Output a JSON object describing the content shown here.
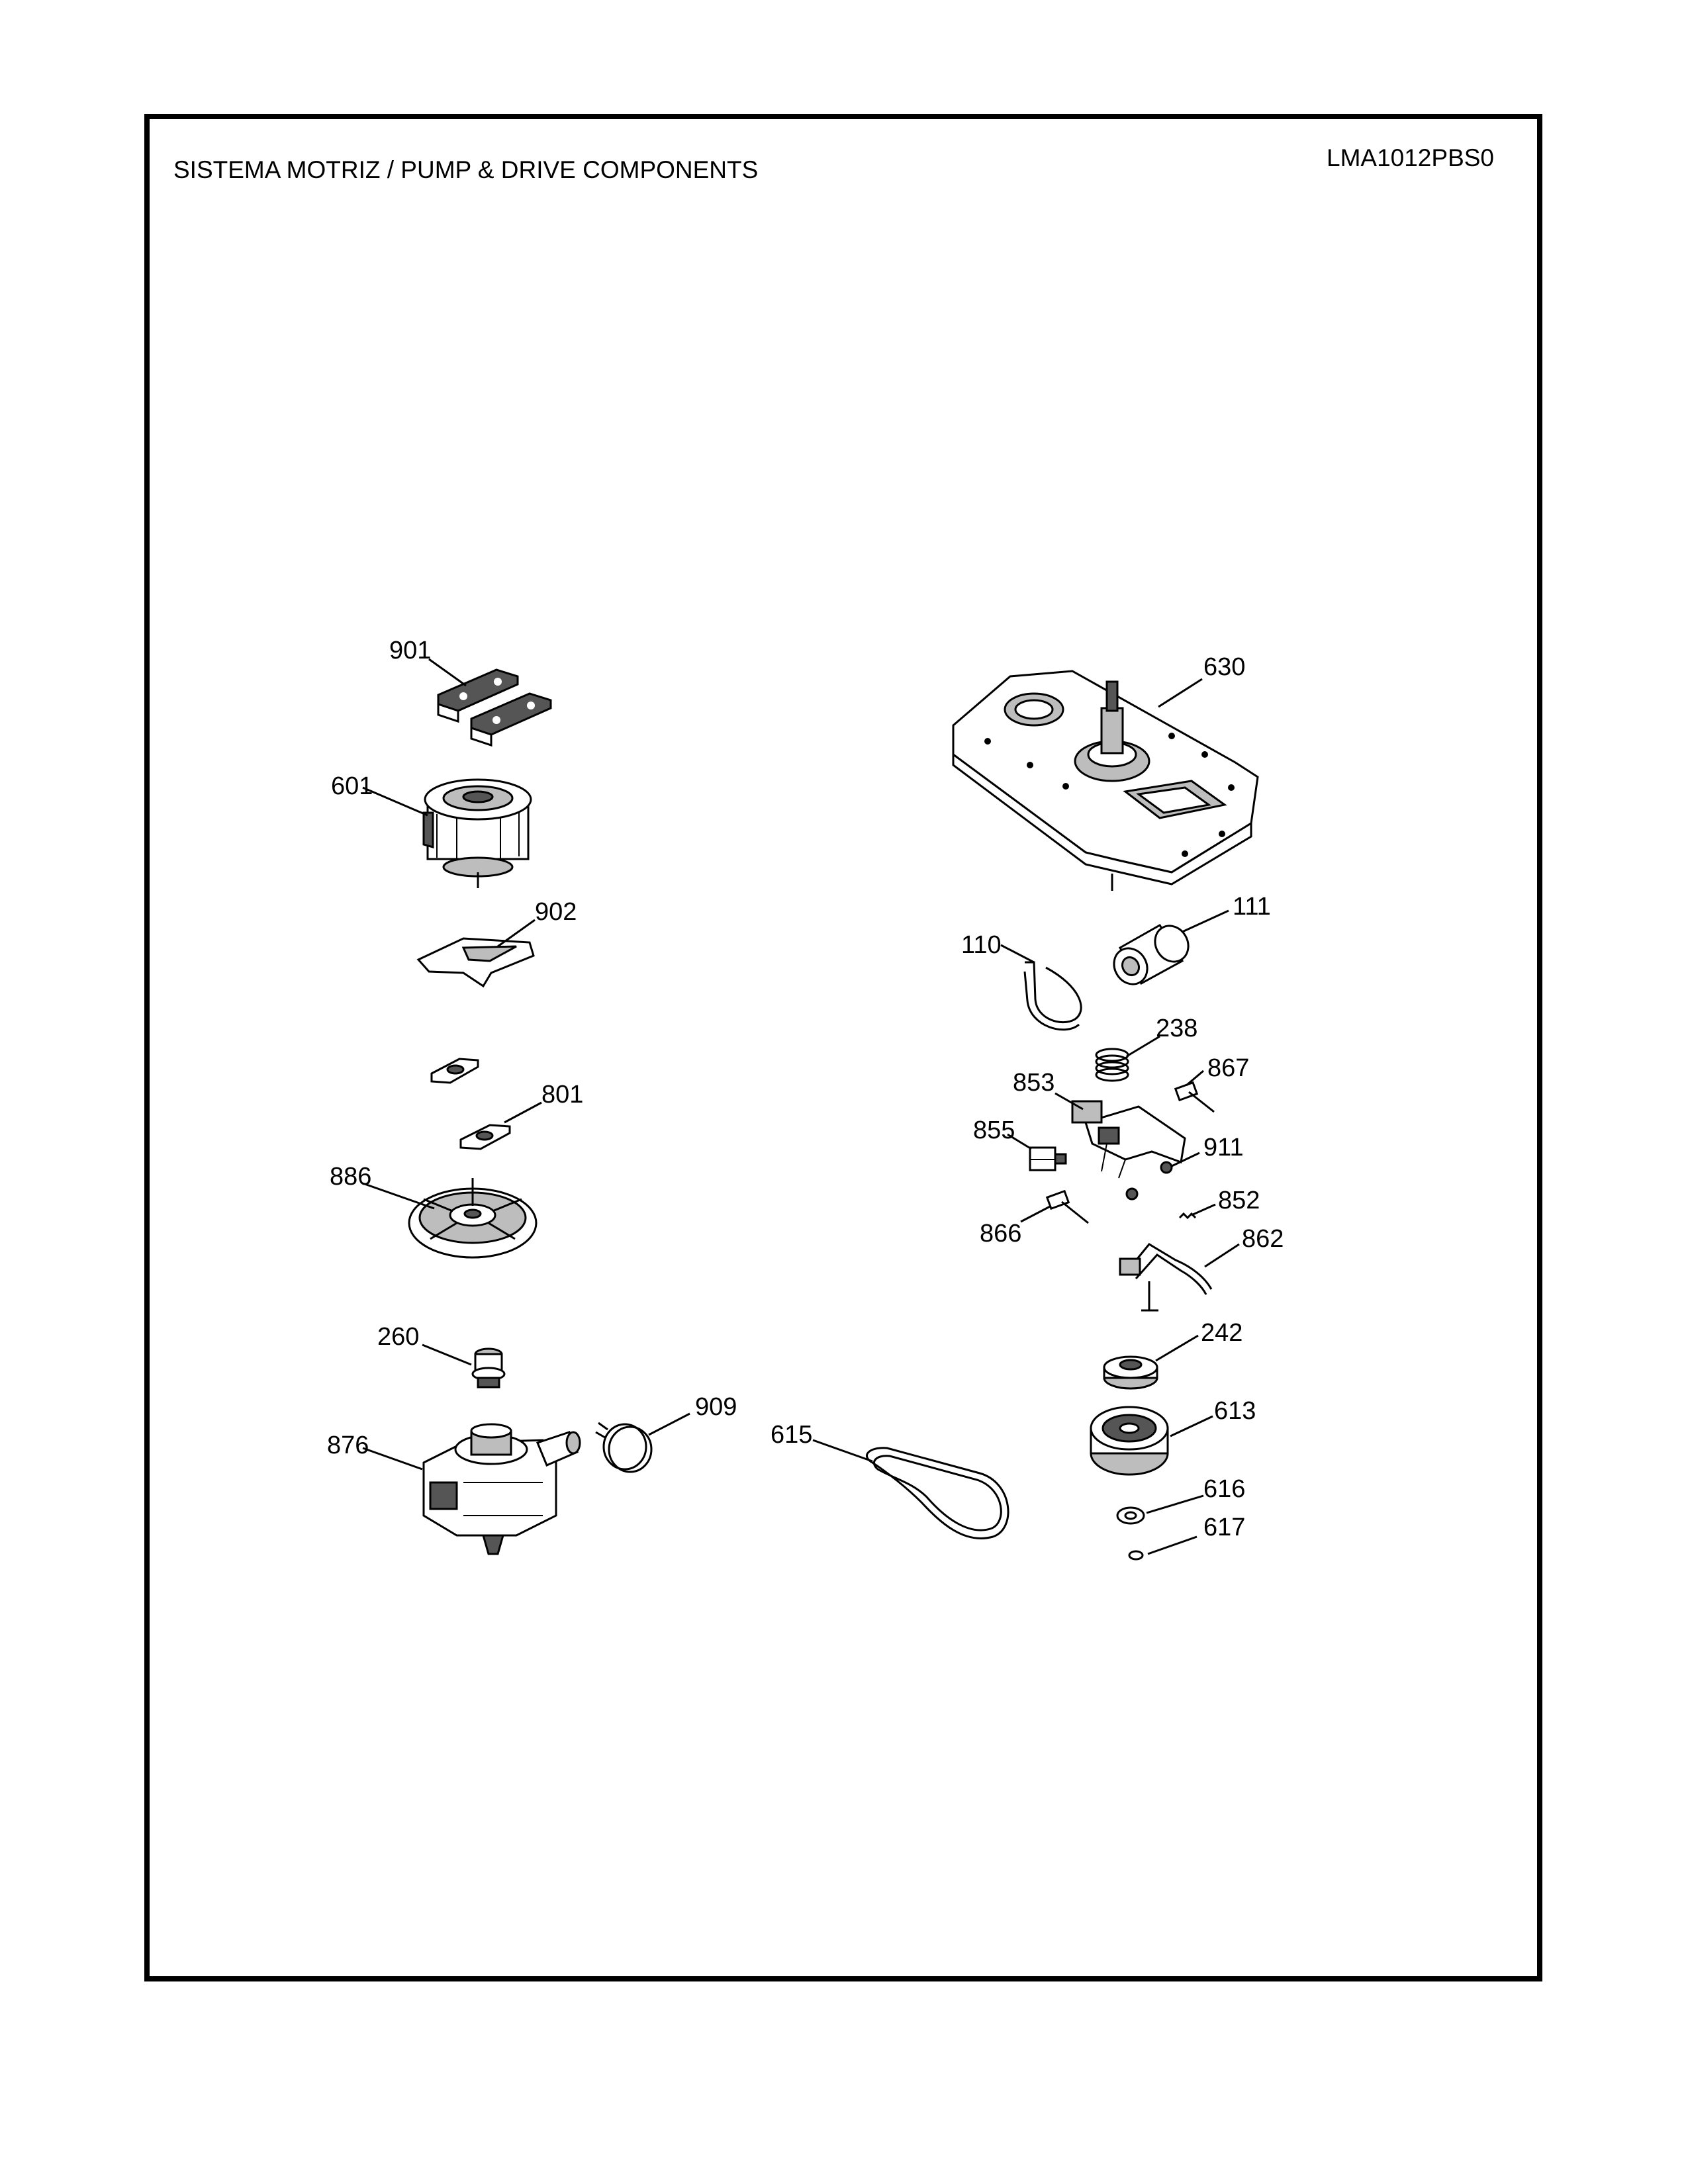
{
  "header": {
    "title": "SISTEMA MOTRIZ / PUMP  &  DRIVE COMPONENTS",
    "model": "LMA1012PBS0"
  },
  "callouts": {
    "p901": "901",
    "p601": "601",
    "p902": "902",
    "p801": "801",
    "p886": "886",
    "p260": "260",
    "p876": "876",
    "p909": "909",
    "p615": "615",
    "p630": "630",
    "p111": "111",
    "p110": "110",
    "p238": "238",
    "p867": "867",
    "p853": "853",
    "p855": "855",
    "p911": "911",
    "p852": "852",
    "p866": "866",
    "p862": "862",
    "p242": "242",
    "p613": "613",
    "p616": "616",
    "p617": "617"
  }
}
